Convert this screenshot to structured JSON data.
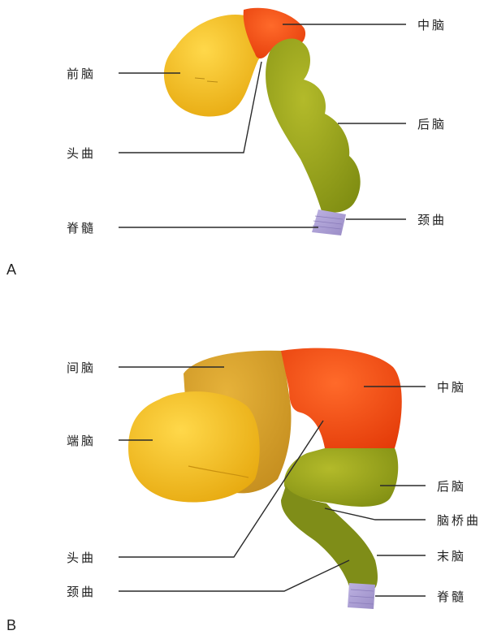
{
  "colors": {
    "forebrain": "#f1bd1c",
    "diencephalon": "#d9a02a",
    "midbrain": "#f04a12",
    "hindbrain": "#98a416",
    "hindbrain_dark": "#7d8a18",
    "spinal_cord": "#a99bd0",
    "line": "#2a2a2a"
  },
  "panel_a": {
    "tag": "A",
    "labels": {
      "forebrain": "前脑",
      "midbrain": "中脑",
      "hindbrain": "后脑",
      "cephalic_flexure": "头曲",
      "spinal_cord": "脊髓",
      "cervical_flexure": "颈曲"
    }
  },
  "panel_b": {
    "tag": "B",
    "labels": {
      "diencephalon": "间脑",
      "telencephalon": "端脑",
      "midbrain": "中脑",
      "metencephalon": "后脑",
      "pontine_flexure": "脑桥曲",
      "myelencephalon": "末脑",
      "spinal_cord": "脊髓",
      "cephalic_flexure": "头曲",
      "cervical_flexure": "颈曲"
    }
  }
}
